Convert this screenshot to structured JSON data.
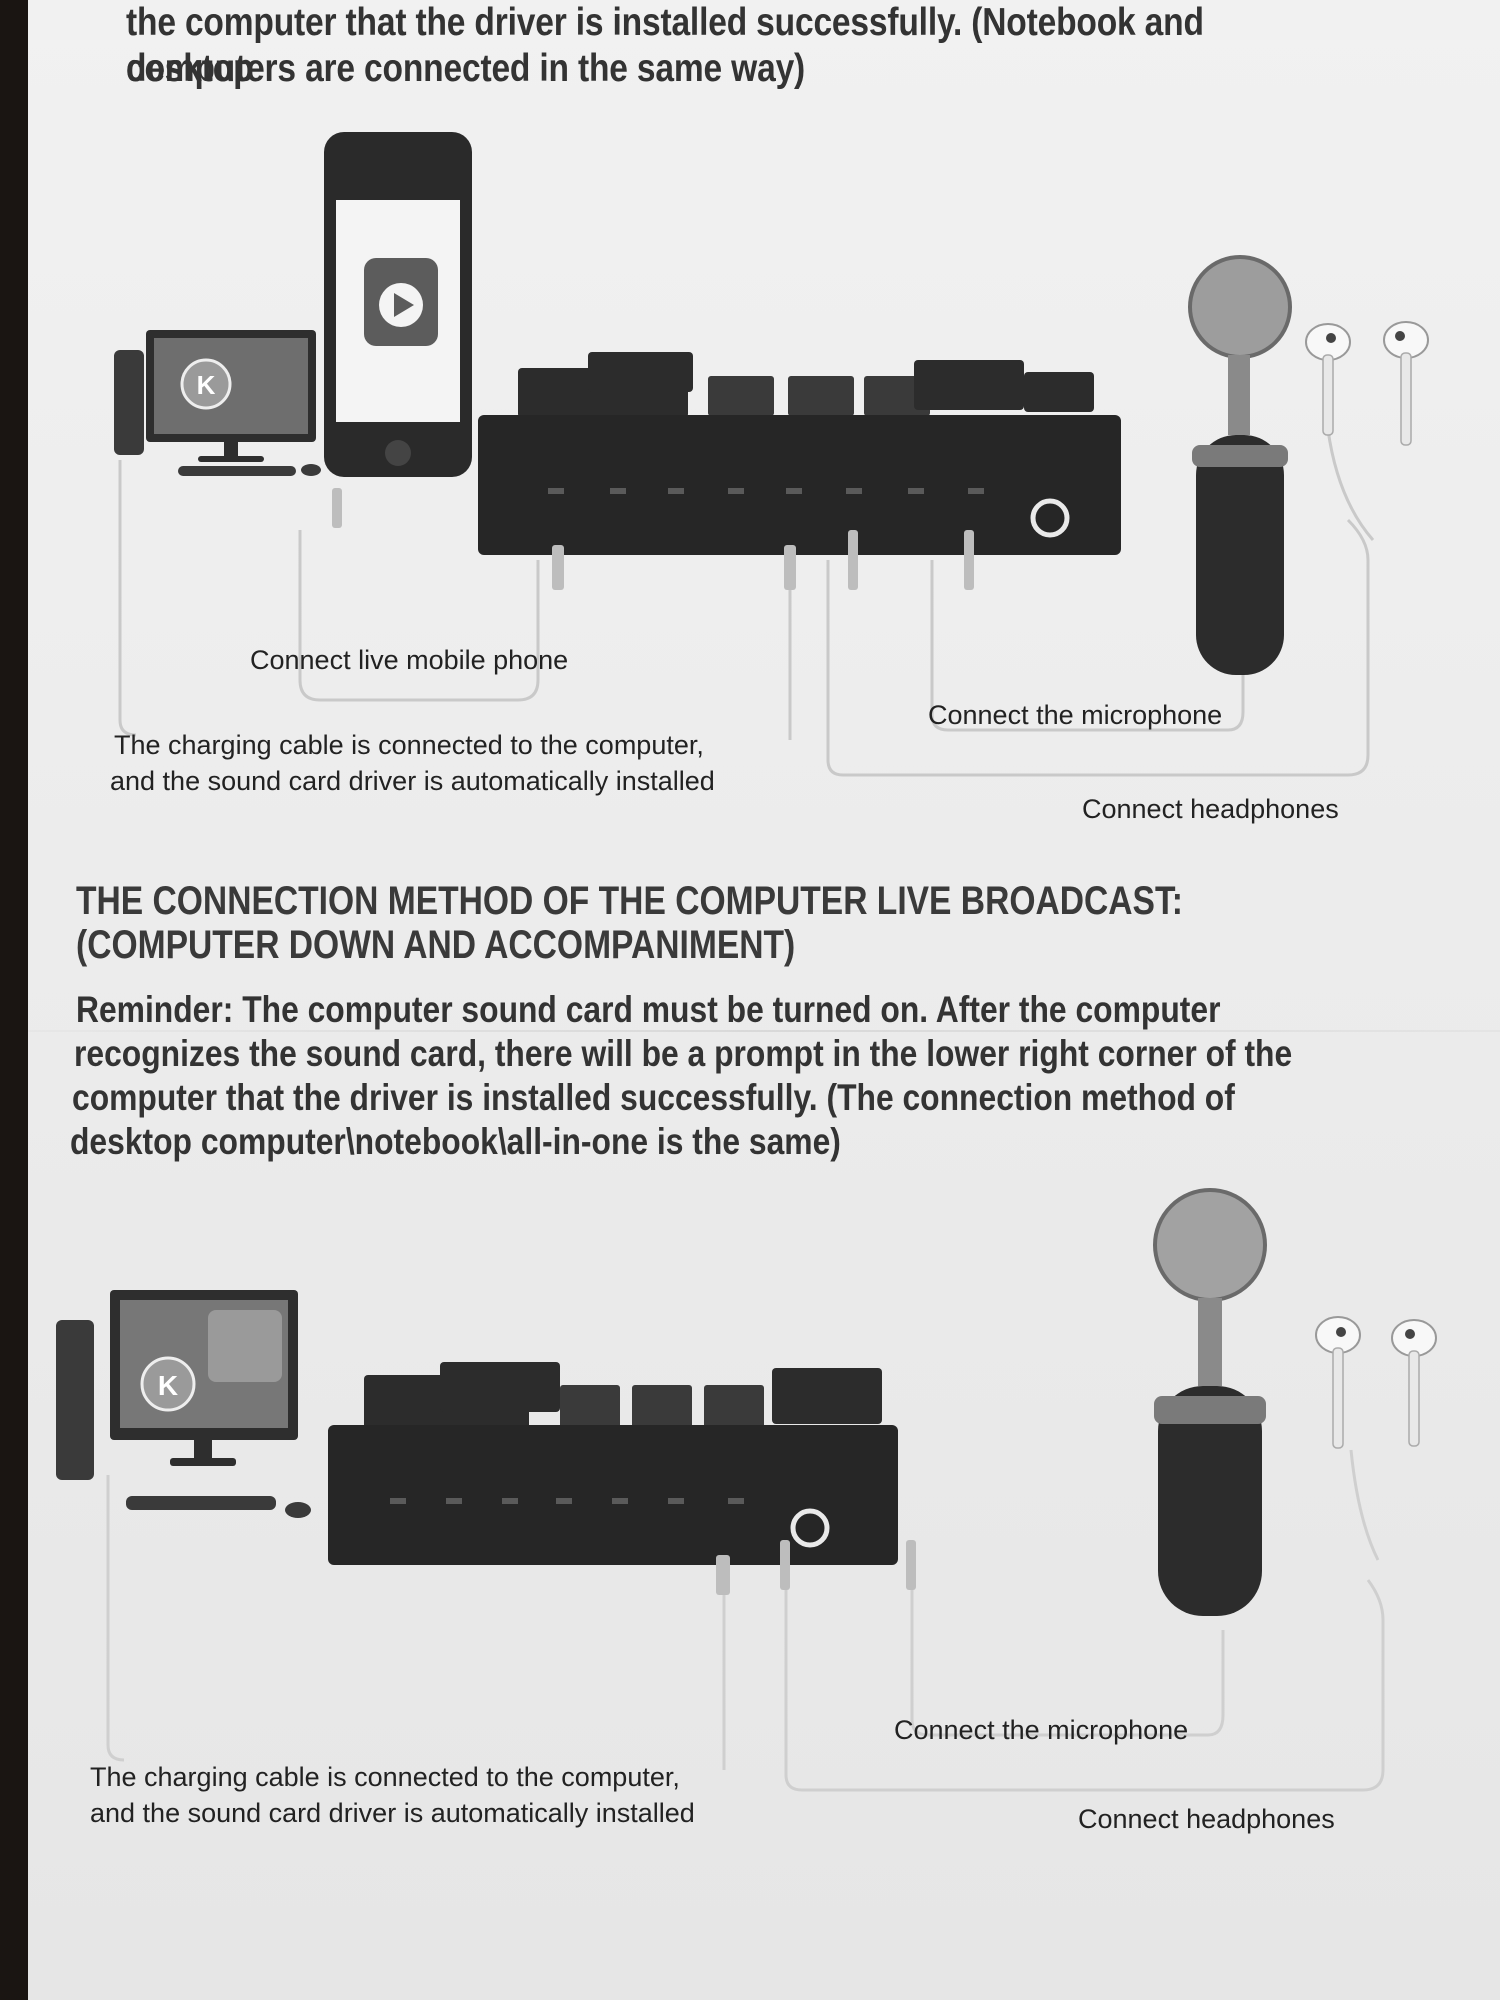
{
  "intro": {
    "line1": "the computer that the driver is installed successfully. (Notebook and desktop",
    "line2": "computers are connected in the same way)"
  },
  "diagram1": {
    "phone_caption": "Connect live mobile phone",
    "charging_line1": "The charging cable is connected to the computer,",
    "charging_line2": "and the sound card driver is automatically installed",
    "microphone_caption": "Connect the microphone",
    "headphones_caption": "Connect headphones"
  },
  "section": {
    "heading_line1": "THE CONNECTION METHOD OF THE COMPUTER LIVE BROADCAST:",
    "heading_line2": "(COMPUTER DOWN AND ACCOMPANIMENT)",
    "reminder_line1": "Reminder: The computer sound card must be turned on. After the computer",
    "reminder_line2": "recognizes the sound card, there will be a prompt in the lower right corner of the",
    "reminder_line3": "computer that the driver is installed successfully. (The connection method of",
    "reminder_line4": "desktop computer\\notebook\\all-in-one is the same)"
  },
  "diagram2": {
    "microphone_caption": "Connect the microphone",
    "charging_line1": "The charging cable is connected to the computer,",
    "charging_line2": "and the sound card driver is automatically installed",
    "headphones_caption": "Connect headphones"
  },
  "icons": {
    "monitor_logo_1": "K",
    "monitor_logo_2": "K"
  }
}
